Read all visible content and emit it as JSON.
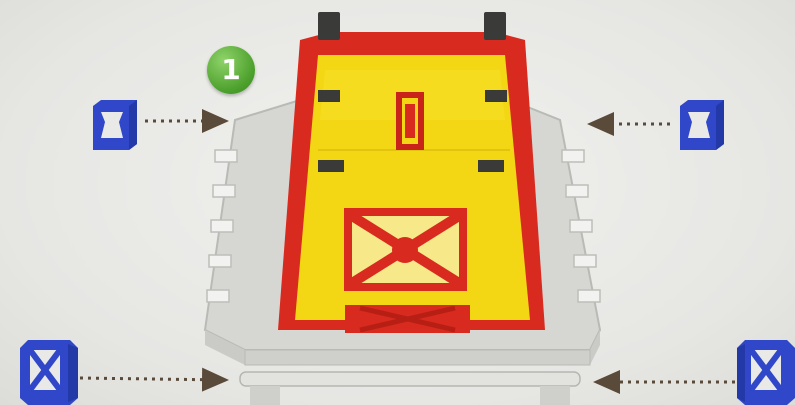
{
  "instruction": {
    "step_number": "1",
    "connector_color": "#2f47c8",
    "arrow_color": "#5a4a3a",
    "frame_color": "#d82a1e",
    "panel_color": "#f3d614",
    "base_color": "#d9d9d6"
  },
  "connectors": [
    {
      "icon": "blue-hollow-cube-connector-icon",
      "side": "left-upper"
    },
    {
      "icon": "blue-hollow-cube-connector-icon",
      "side": "right-upper"
    },
    {
      "icon": "blue-hollow-cube-connector-icon",
      "side": "left-lower"
    },
    {
      "icon": "blue-hollow-cube-connector-icon",
      "side": "right-lower"
    }
  ]
}
